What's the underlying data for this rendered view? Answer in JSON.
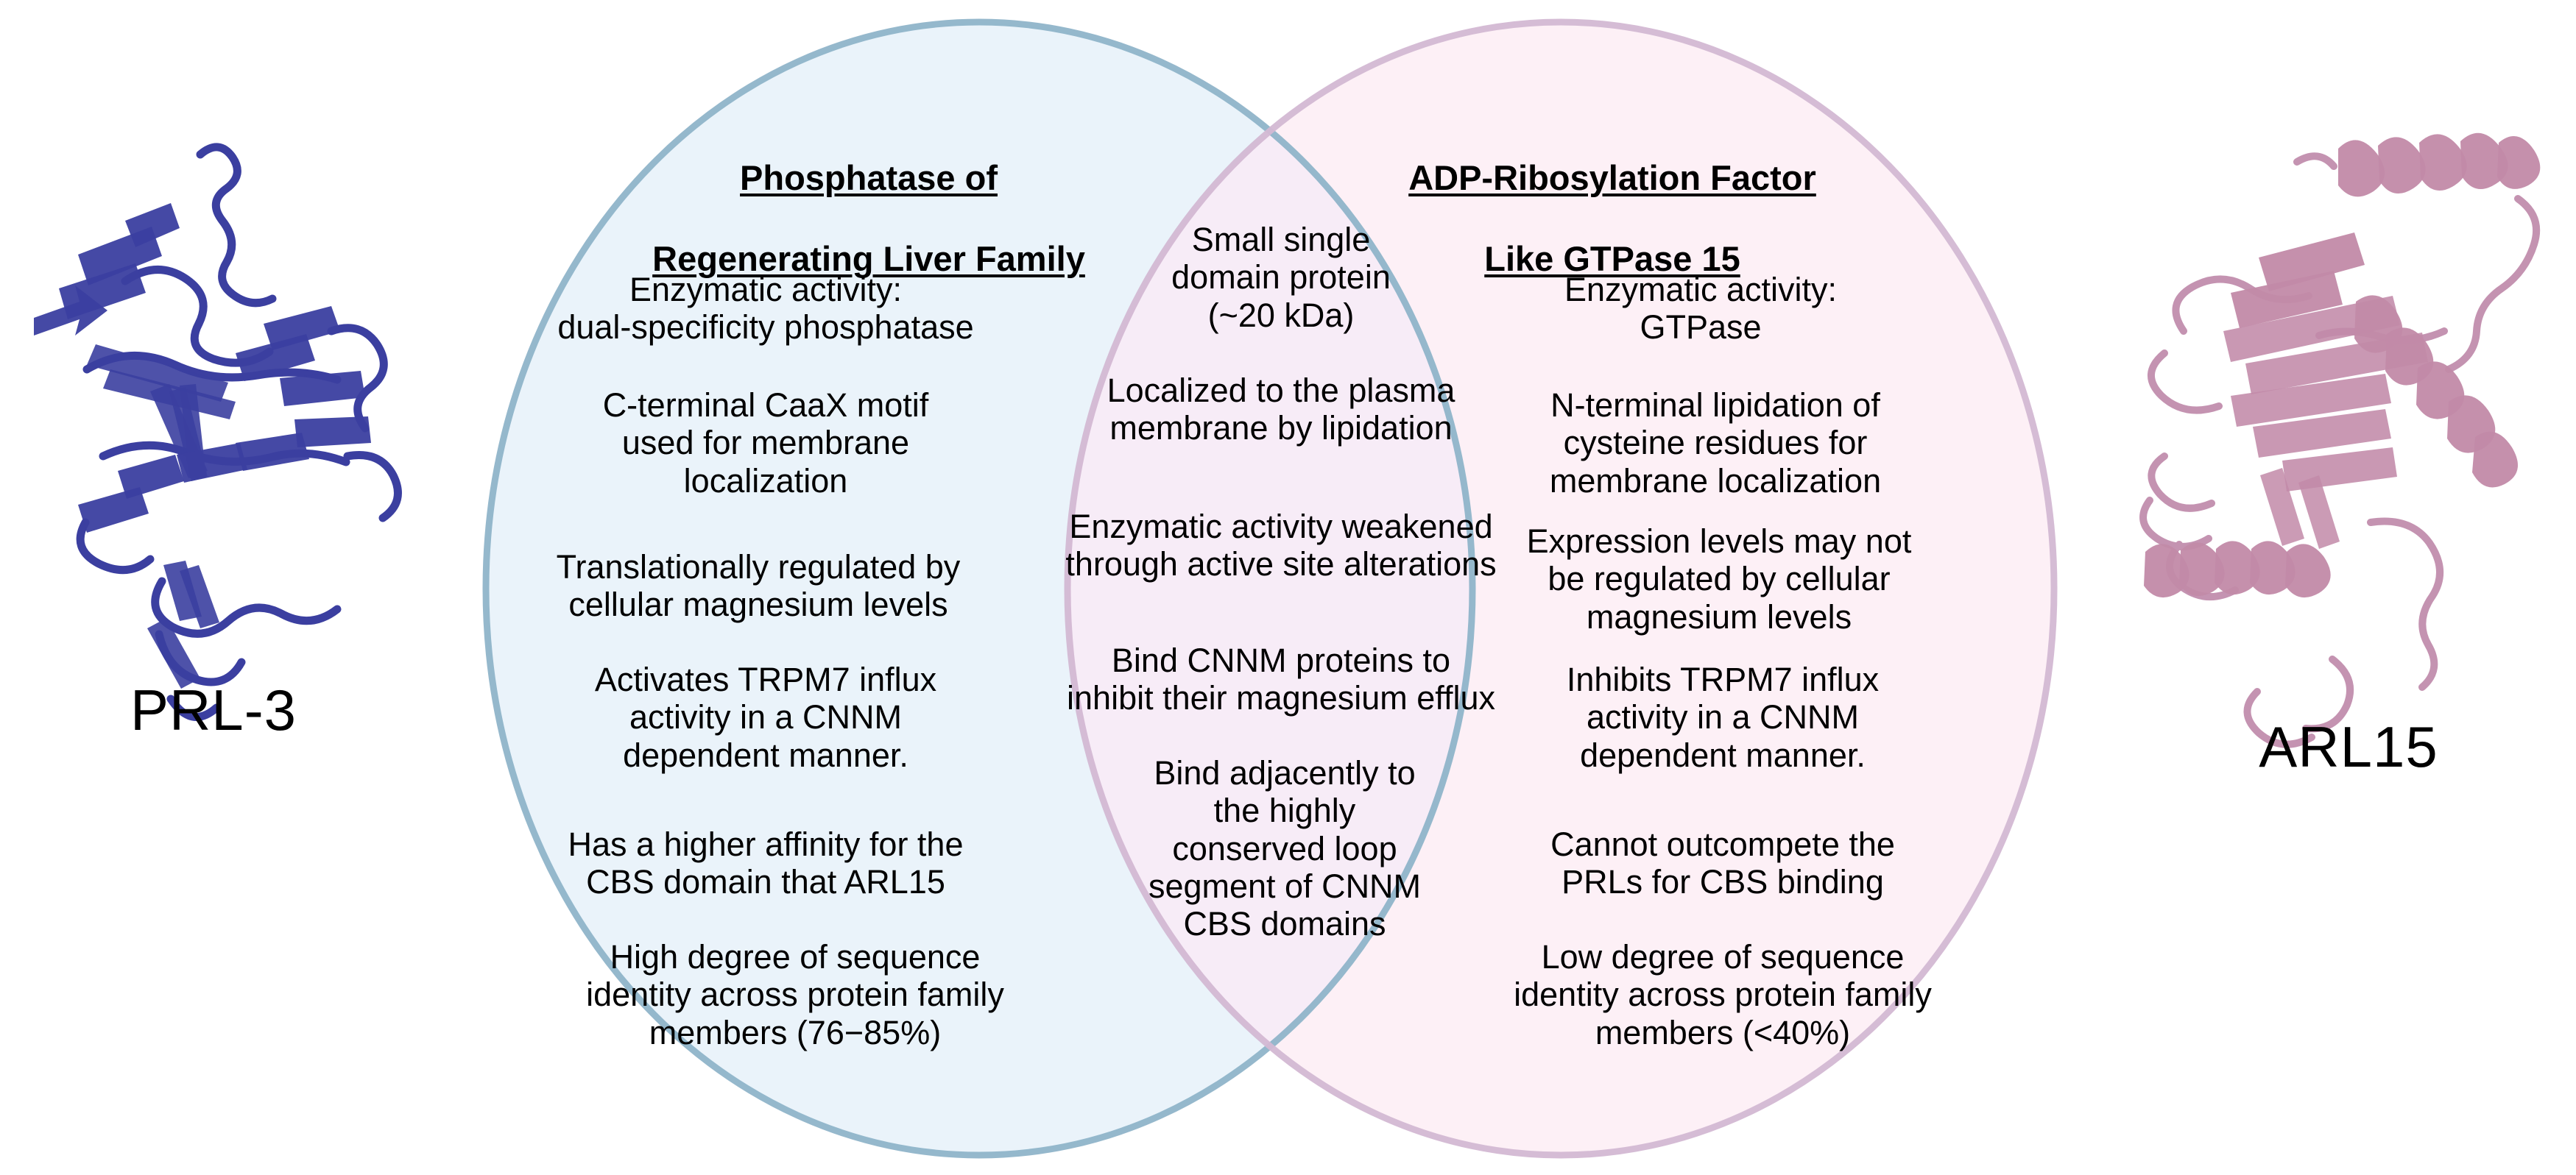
{
  "figure": {
    "type": "venn-diagram",
    "set_count": 2
  },
  "left_circle": {
    "title_lines": [
      "Phosphatase of ",
      "Regenerating Liver Family"
    ],
    "fill_color": "#eaf3fa",
    "stroke_color": "#8fb4c9",
    "items": [
      "Enzymatic activity:\ndual-specificity phosphatase",
      "C-terminal CaaX motif\nused for membrane\nlocalization",
      "Translationally regulated by\ncellular magnesium levels",
      "Activates TRPM7 influx\nactivity in a CNNM\ndependent manner.",
      "Has a higher affinity for the\nCBS domain that ARL15",
      "High degree of sequence\nidentity across protein family\nmembers (76−85%)"
    ]
  },
  "center_overlap": {
    "fill_color": "#f8eef8",
    "items": [
      "Small single\ndomain protein\n(~20 kDa)",
      "Localized to the plasma\nmembrane by lipidation",
      "Enzymatic activity weakened\nthrough active site alterations",
      "Bind CNNM proteins to\ninhibit their magnesium efflux",
      "Bind adjacently to\nthe highly\nconserved loop\nsegment of CNNM\nCBS domains"
    ]
  },
  "right_circle": {
    "title_lines": [
      "ADP-Ribosylation Factor ",
      "Like GTPase 15"
    ],
    "fill_color": "#fdf1f6",
    "stroke_color": "#d5bcd4",
    "items": [
      "Enzymatic activity:\nGTPase",
      "N-terminal lipidation of\ncysteine residues for\nmembrane localization",
      "Expression levels may not\nbe regulated by cellular\nmagnesium levels",
      "Inhibits TRPM7 influx\nactivity in a CNNM\ndependent manner.",
      "Cannot outcompete the\nPRLs for CBS binding",
      "Low degree of sequence\nidentity across protein family\nmembers (<40%)"
    ]
  },
  "left_protein": {
    "label": "PRL-3",
    "structure": "protein-ribbon-structure",
    "color": "#3b3fa0"
  },
  "right_protein": {
    "label": "ARL15",
    "structure": "protein-ribbon-structure",
    "color": "#c08fae"
  }
}
